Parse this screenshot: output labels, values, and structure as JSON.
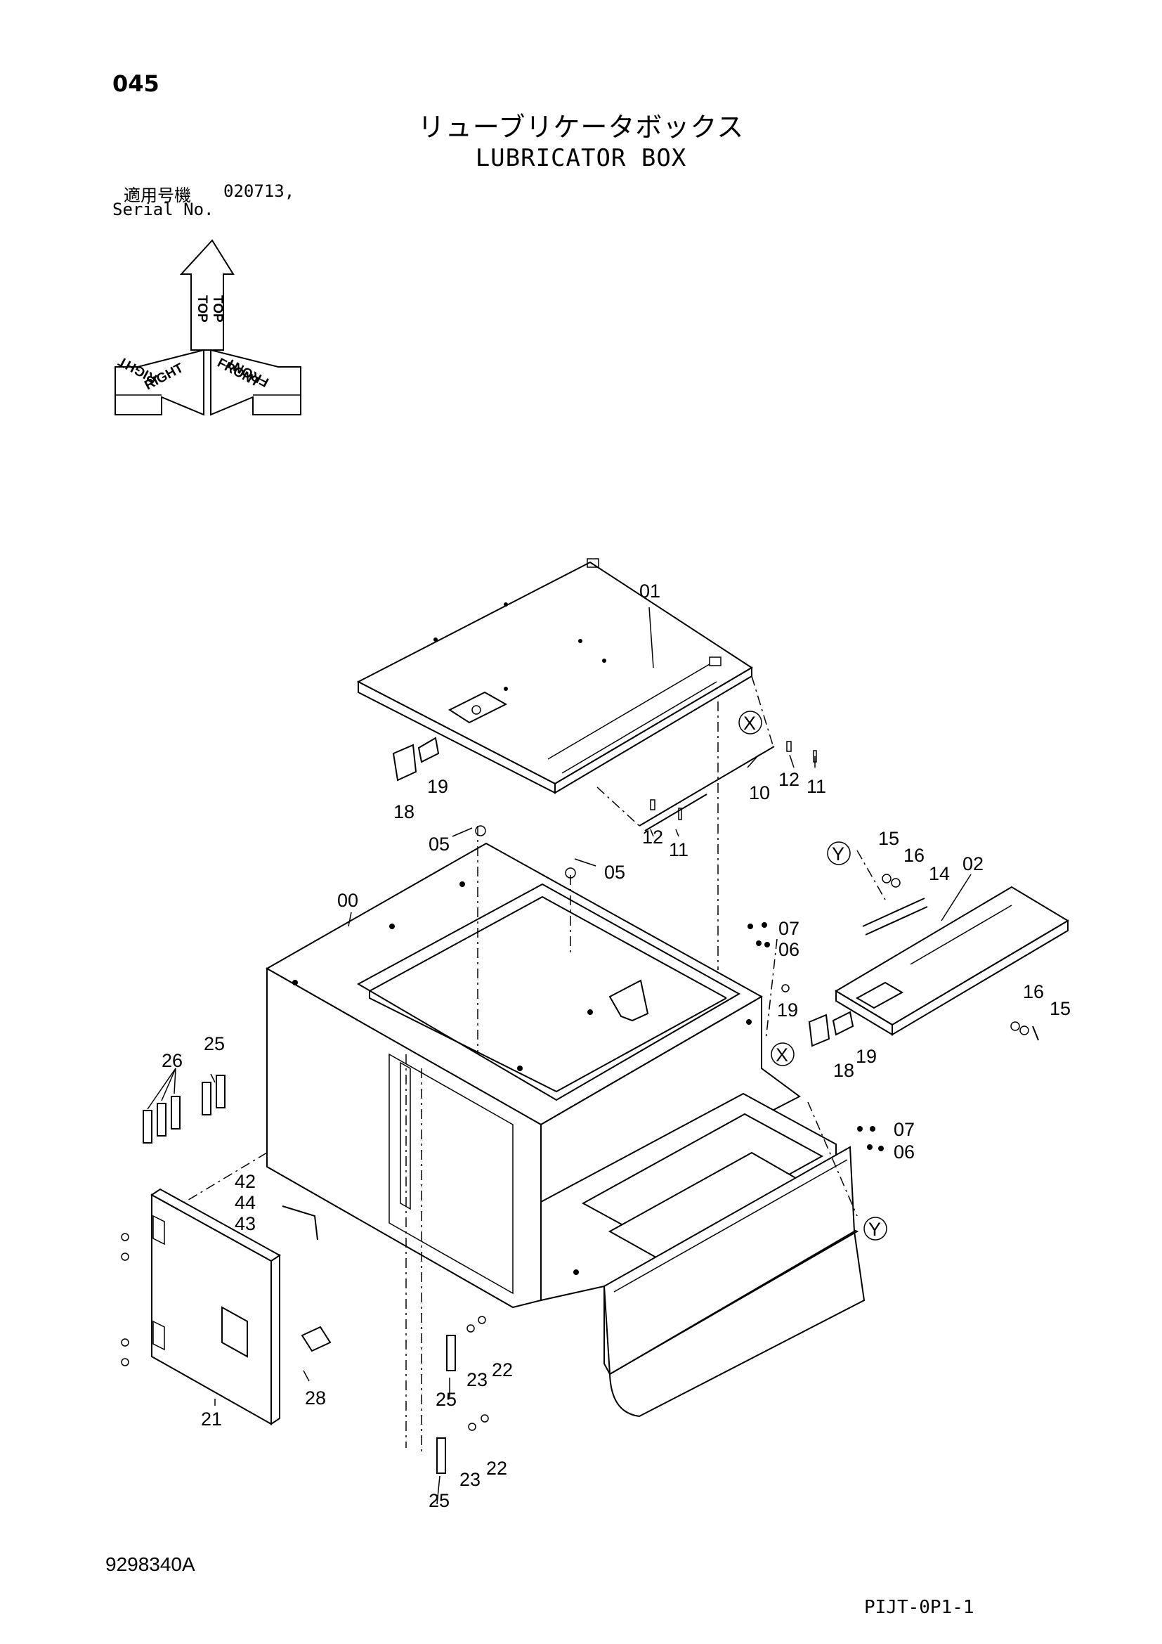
{
  "header": {
    "page_number": "045",
    "title_jp": "リューブリケータボックス",
    "title_en": "LUBRICATOR BOX",
    "serial_label_jp": "適用号機",
    "serial_value": "020713,",
    "serial_label_en": "Serial No."
  },
  "orientation": {
    "top": "TOP",
    "right": "RIGHT",
    "front": "FRONT"
  },
  "callouts": {
    "x": "X",
    "y": "Y"
  },
  "parts": {
    "p00": "00",
    "p01": "01",
    "p02": "02",
    "p05": "05",
    "p06": "06",
    "p07": "07",
    "p10": "10",
    "p11": "11",
    "p12": "12",
    "p14": "14",
    "p15": "15",
    "p16": "16",
    "p18": "18",
    "p19": "19",
    "p21": "21",
    "p22": "22",
    "p23": "23",
    "p25": "25",
    "p26": "26",
    "p28": "28",
    "p42": "42",
    "p43": "43",
    "p44": "44"
  },
  "footer": {
    "drawing_number": "9298340A",
    "sheet_code": "PIJT-0P1-1"
  }
}
